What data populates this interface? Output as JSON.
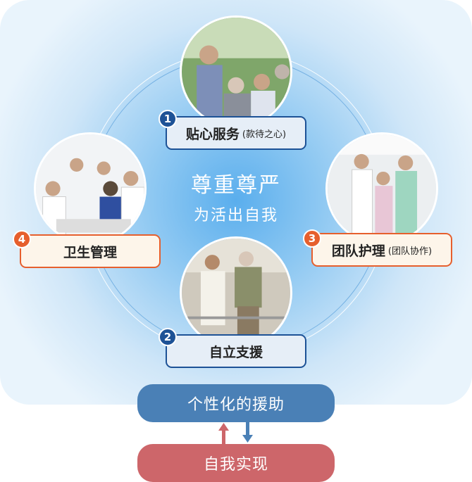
{
  "center": {
    "title": "尊重尊严",
    "subtitle": "为活出自我"
  },
  "items": [
    {
      "number": "1",
      "label": "贴心服务",
      "sub": "(款待之心)",
      "color": "#1d5296"
    },
    {
      "number": "2",
      "label": "自立支援",
      "sub": "",
      "color": "#1d5296"
    },
    {
      "number": "3",
      "label": "团队护理",
      "sub": "(团队协作)",
      "color": "#e65f2d"
    },
    {
      "number": "4",
      "label": "卫生管理",
      "sub": "",
      "color": "#e65f2d"
    }
  ],
  "bottom": {
    "support": "个性化的援助",
    "self": "自我实现"
  },
  "colors": {
    "support": "#4a80b6",
    "self": "#cd666a"
  }
}
